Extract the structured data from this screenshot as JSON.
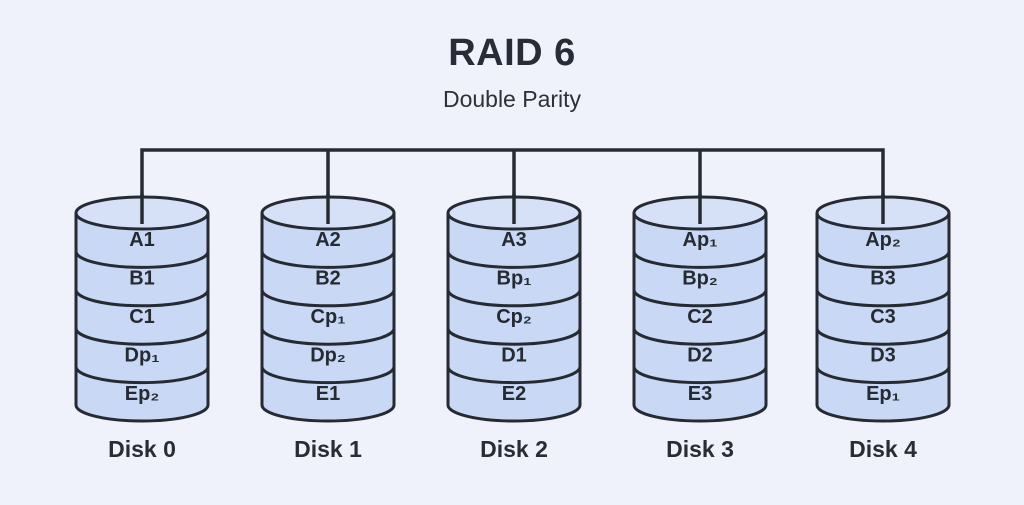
{
  "header": {
    "title": "RAID 6",
    "subtitle": "Double Parity"
  },
  "disks": [
    {
      "name": "Disk 0",
      "segments": [
        "A1",
        "B1",
        "C1",
        "Dp₁",
        "Ep₂"
      ]
    },
    {
      "name": "Disk 1",
      "segments": [
        "A2",
        "B2",
        "Cp₁",
        "Dp₂",
        "E1"
      ]
    },
    {
      "name": "Disk 2",
      "segments": [
        "A3",
        "Bp₁",
        "Cp₂",
        "D1",
        "E2"
      ]
    },
    {
      "name": "Disk 3",
      "segments": [
        "Ap₁",
        "Bp₂",
        "C2",
        "D2",
        "E3"
      ]
    },
    {
      "name": "Disk 4",
      "segments": [
        "Ap₂",
        "B3",
        "C3",
        "D3",
        "Ep₁"
      ]
    }
  ],
  "colors": {
    "background": "#eff2fb",
    "cylinder_fill": "#c9d8f5",
    "cylinder_top_fill": "#d6e1f8",
    "line": "#262a32",
    "text": "#262b33"
  }
}
